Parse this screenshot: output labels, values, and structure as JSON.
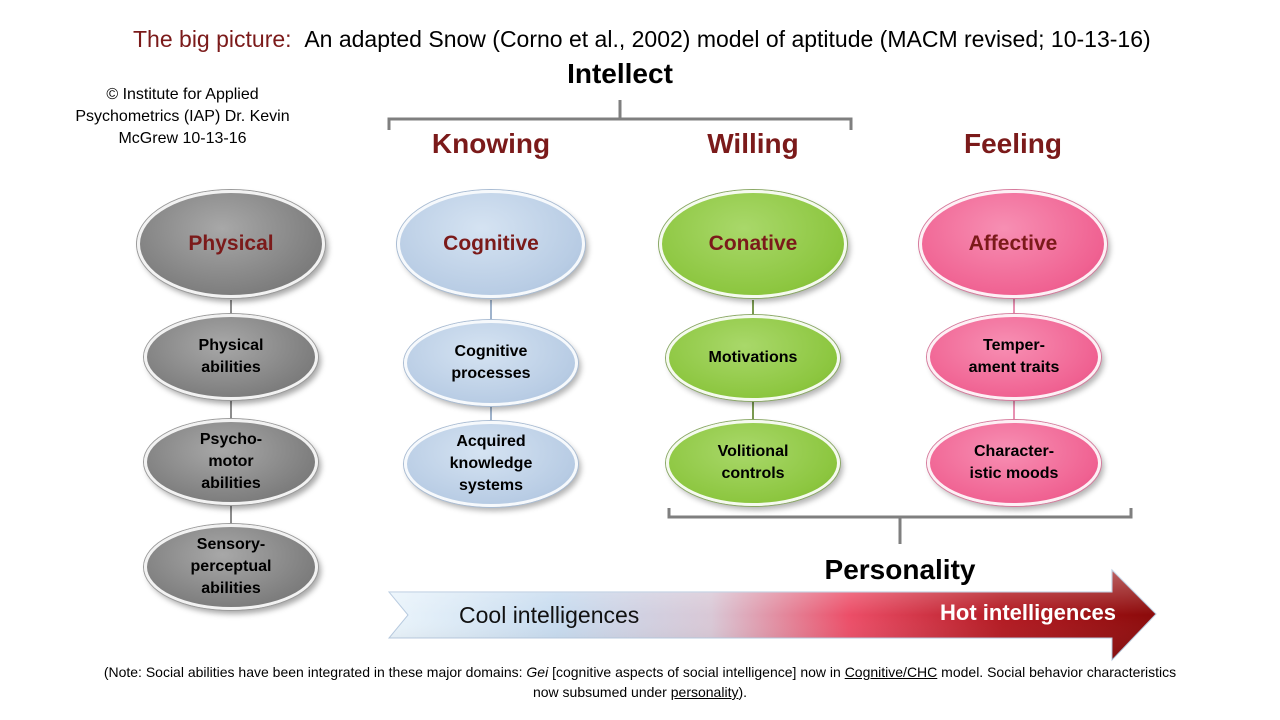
{
  "title": {
    "lead": "The big picture:",
    "rest": "An adapted Snow (Corno et al., 2002) model of aptitude (MACM revised; 10-13-16)"
  },
  "copyright": "© Institute for Applied Psychometrics (IAP) Dr. Kevin McGrew   10-13-16",
  "headings": {
    "intellect": "Intellect",
    "personality": "Personality"
  },
  "columns": [
    {
      "key": "physical",
      "heading": "",
      "main": "Physical",
      "subs": [
        "Physical abilities",
        "Psycho-motor abilities",
        "Sensory-perceptual abilities"
      ]
    },
    {
      "key": "cognitive",
      "heading": "Knowing",
      "main": "Cognitive",
      "subs": [
        "Cognitive processes",
        "Acquired knowledge systems"
      ]
    },
    {
      "key": "conative",
      "heading": "Willing",
      "main": "Conative",
      "subs": [
        "Motivations",
        "Volitional controls"
      ]
    },
    {
      "key": "affective",
      "heading": "Feeling",
      "main": "Affective",
      "subs": [
        "Temper-ament traits",
        "Character-istic moods"
      ]
    }
  ],
  "arrow": {
    "left_label": "Cool intelligences",
    "right_label": "Hot intelligences"
  },
  "note": {
    "p1": "(Note:  Social abilities have been integrated in these major domains: ",
    "gei": "Gei",
    "p2": " [cognitive aspects of social intelligence] now in ",
    "link1": "Cognitive/CHC",
    "p3": " model. Social behavior characteristics now subsumed under ",
    "link2": "personality",
    "p4": ")."
  },
  "colors": {
    "physical": "#8c8c8c",
    "cognitive": "#b8cce4",
    "conative": "#8cc63f",
    "affective": "#f06292",
    "label_red": "#7b1a1a",
    "arrow_hot": "#8b0a0a"
  }
}
